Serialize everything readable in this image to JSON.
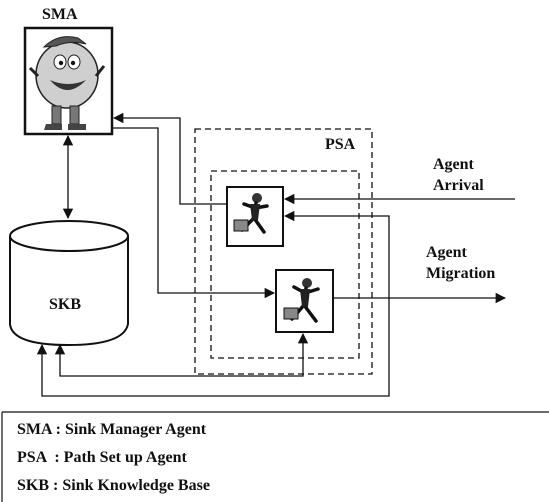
{
  "labels": {
    "sma": "SMA",
    "psa": "PSA",
    "skb": "SKB",
    "agent_arrival_1": "Agent",
    "agent_arrival_2": "Arrival",
    "agent_migration_1": "Agent",
    "agent_migration_2": "Migration"
  },
  "legend": [
    "SMA : Sink Manager Agent",
    "PSA  : Path Set up Agent",
    "SKB : Sink Knowledge Base"
  ],
  "icons": {
    "sma": "cartoon-agent-icon",
    "agent_top": "running-agent-with-briefcase-icon",
    "agent_bottom": "running-agent-with-briefcase-icon",
    "skb": "database-cylinder-icon"
  },
  "colors": {
    "stroke": "#111111",
    "background": "#ffffff",
    "shade": "#bdbdbd"
  }
}
